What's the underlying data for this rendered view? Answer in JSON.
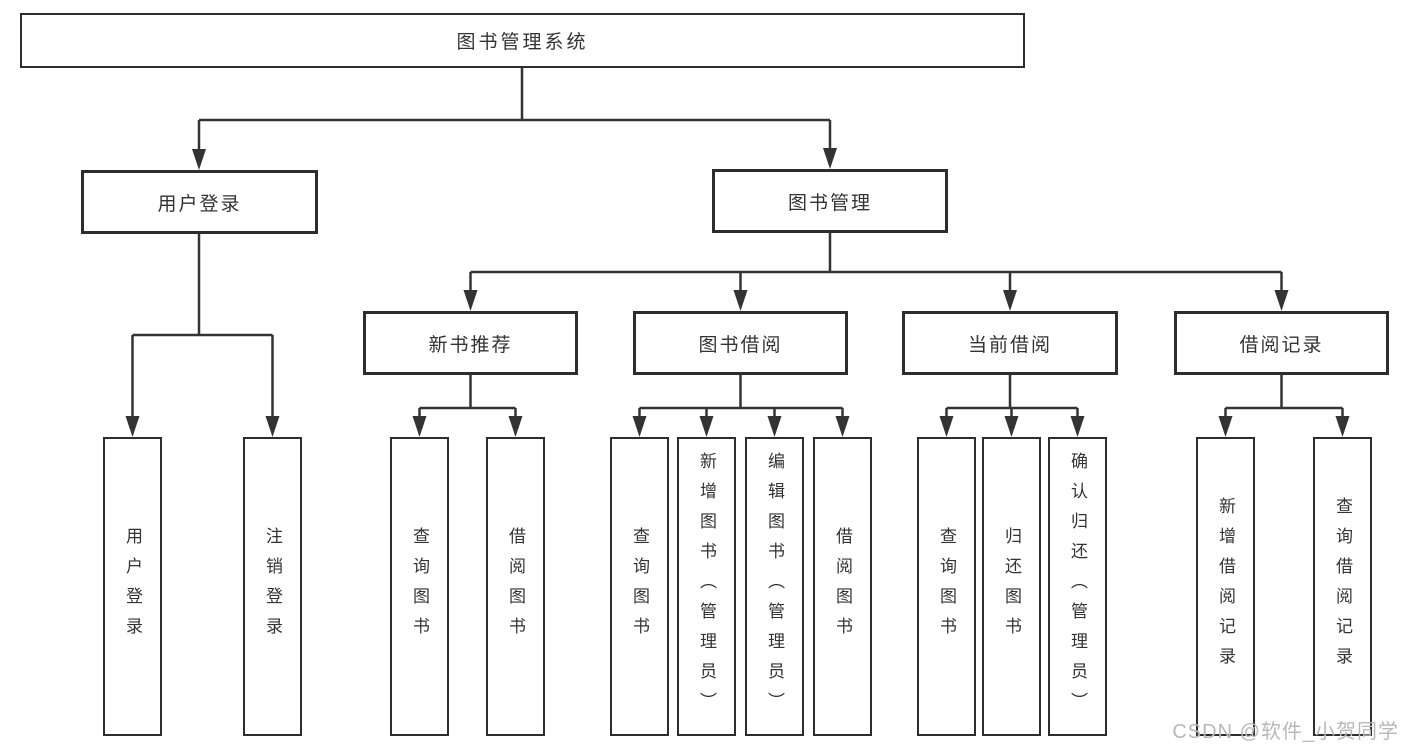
{
  "diagram": {
    "root": {
      "label": "图书管理系统"
    },
    "level2": [
      {
        "label": "用户登录"
      },
      {
        "label": "图书管理"
      }
    ],
    "level3": [
      {
        "label": "新书推荐"
      },
      {
        "label": "图书借阅"
      },
      {
        "label": "当前借阅"
      },
      {
        "label": "借阅记录"
      }
    ],
    "leaves": [
      {
        "label": "用户登录",
        "parent": "用户登录"
      },
      {
        "label": "注销登录",
        "parent": "用户登录"
      },
      {
        "label": "查询图书",
        "parent": "新书推荐"
      },
      {
        "label": "借阅图书",
        "parent": "新书推荐"
      },
      {
        "label": "查询图书",
        "parent": "图书借阅"
      },
      {
        "label": "新增图书（管理员）",
        "parent": "图书借阅"
      },
      {
        "label": "编辑图书（管理员）",
        "parent": "图书借阅"
      },
      {
        "label": "借阅图书",
        "parent": "图书借阅"
      },
      {
        "label": "查询图书",
        "parent": "当前借阅"
      },
      {
        "label": "归还图书",
        "parent": "当前借阅"
      },
      {
        "label": "确认归还（管理员）",
        "parent": "当前借阅"
      },
      {
        "label": "新增借阅记录",
        "parent": "借阅记录"
      },
      {
        "label": "查询借阅记录",
        "parent": "借阅记录"
      }
    ]
  },
  "watermark": {
    "text": "CSDN @软件_小贺同学"
  },
  "colors": {
    "line": "#333333",
    "box_border": "#2d2d2d",
    "text": "#333333",
    "watermark": "#b8b8b8",
    "background": "#ffffff"
  }
}
